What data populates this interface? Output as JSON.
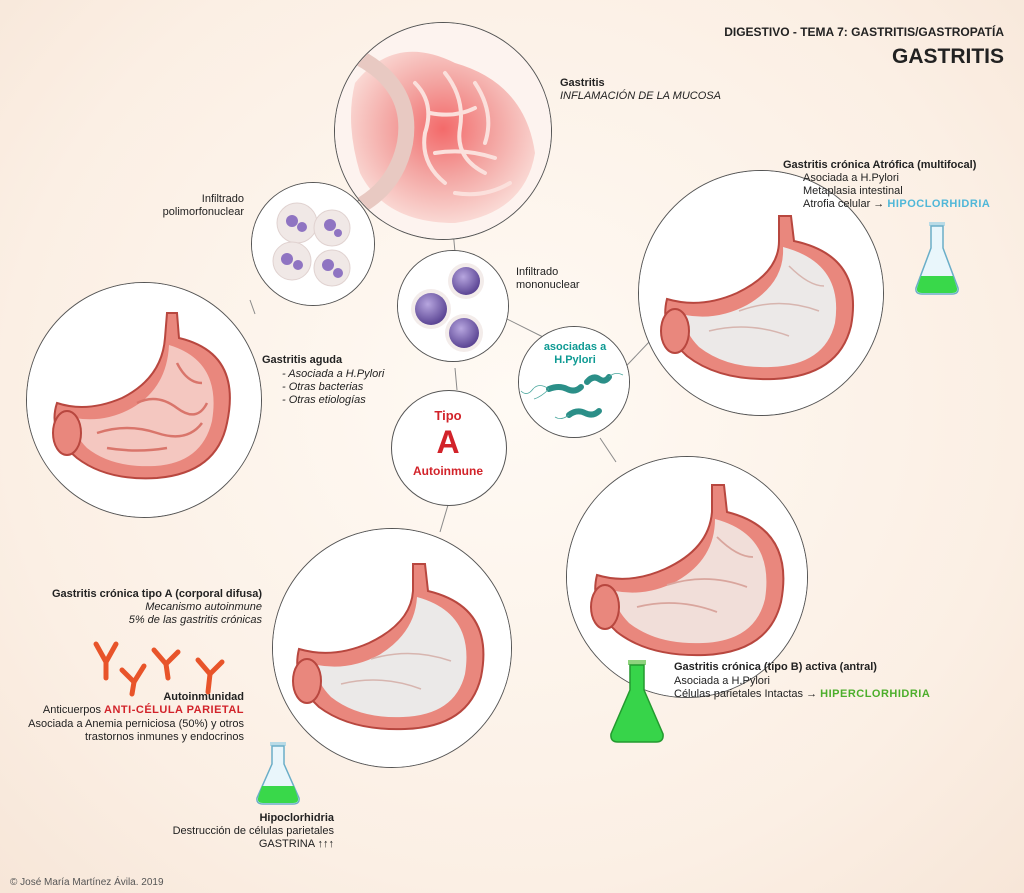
{
  "header": {
    "subtitle": "DIGESTIVO - TEMA 7: GASTRITIS/GASTROPATÍA",
    "title": "GASTRITIS"
  },
  "center": {
    "title": "Gastritis",
    "subtitle": "INFLAMACIÓN DE LA MUCOSA"
  },
  "poly": {
    "line1": "Infiltrado",
    "line2": "polimorfonuclear"
  },
  "mono": {
    "line1": "Infiltrado",
    "line2": "mononuclear"
  },
  "acute": {
    "title": "Gastritis aguda",
    "items": [
      "- Asociada a H.Pylori",
      "- Otras bacterias",
      "- Otras etiologías"
    ]
  },
  "hpylori": {
    "line1": "asociadas a",
    "line2": "H.Pylori"
  },
  "tipoA": {
    "tipo": "Tipo",
    "letter": "A",
    "label": "Autoinmune"
  },
  "atrophic": {
    "title": "Gastritis crónica Atrófica (multifocal)",
    "line1": "Asociada a H.Pylori",
    "line2": "Metaplasia intestinal",
    "line3_prefix": "Atrofia celular →",
    "line3_highlight": "HIPOCLORHIDRIA"
  },
  "typeB": {
    "title": "Gastritis crónica (tipo B) activa (antral)",
    "line1": "Asociada a H.Pylori",
    "line2_prefix": "Células parietales Intactas →",
    "line2_highlight": "HIPERCLORHIDRIA"
  },
  "typeA_chronic": {
    "title": "Gastritis crónica tipo A (corporal difusa)",
    "line1": "Mecanismo autoinmune",
    "line2": "5% de las gastritis crónicas"
  },
  "autoimmunity": {
    "title": "Autoinmunidad",
    "line1_prefix": "Anticuerpos",
    "line1_highlight": "ANTI-CÉLULA PARIETAL",
    "line2": "Asociada a Anemia perniciosa (50%) y otros",
    "line3": "trastornos inmunes y endocrinos"
  },
  "hypo": {
    "title": "Hipoclorhidria",
    "line1": "Destrucción de células parietales",
    "line2": "GASTRINA ↑↑↑"
  },
  "footer": {
    "copyright": "© José María Martínez Ávila. 2019"
  },
  "colors": {
    "accent_red": "#d2232a",
    "hypo_blue": "#4fb7d8",
    "hyper_green": "#4cae2b",
    "hpylori_teal": "#0e9a93",
    "stomach": "#e9877d"
  },
  "icons": [
    "flask-icon",
    "antibody-icon",
    "bacteria-icon",
    "neutrophil-icon",
    "lymphocyte-icon",
    "stomach-icon"
  ]
}
